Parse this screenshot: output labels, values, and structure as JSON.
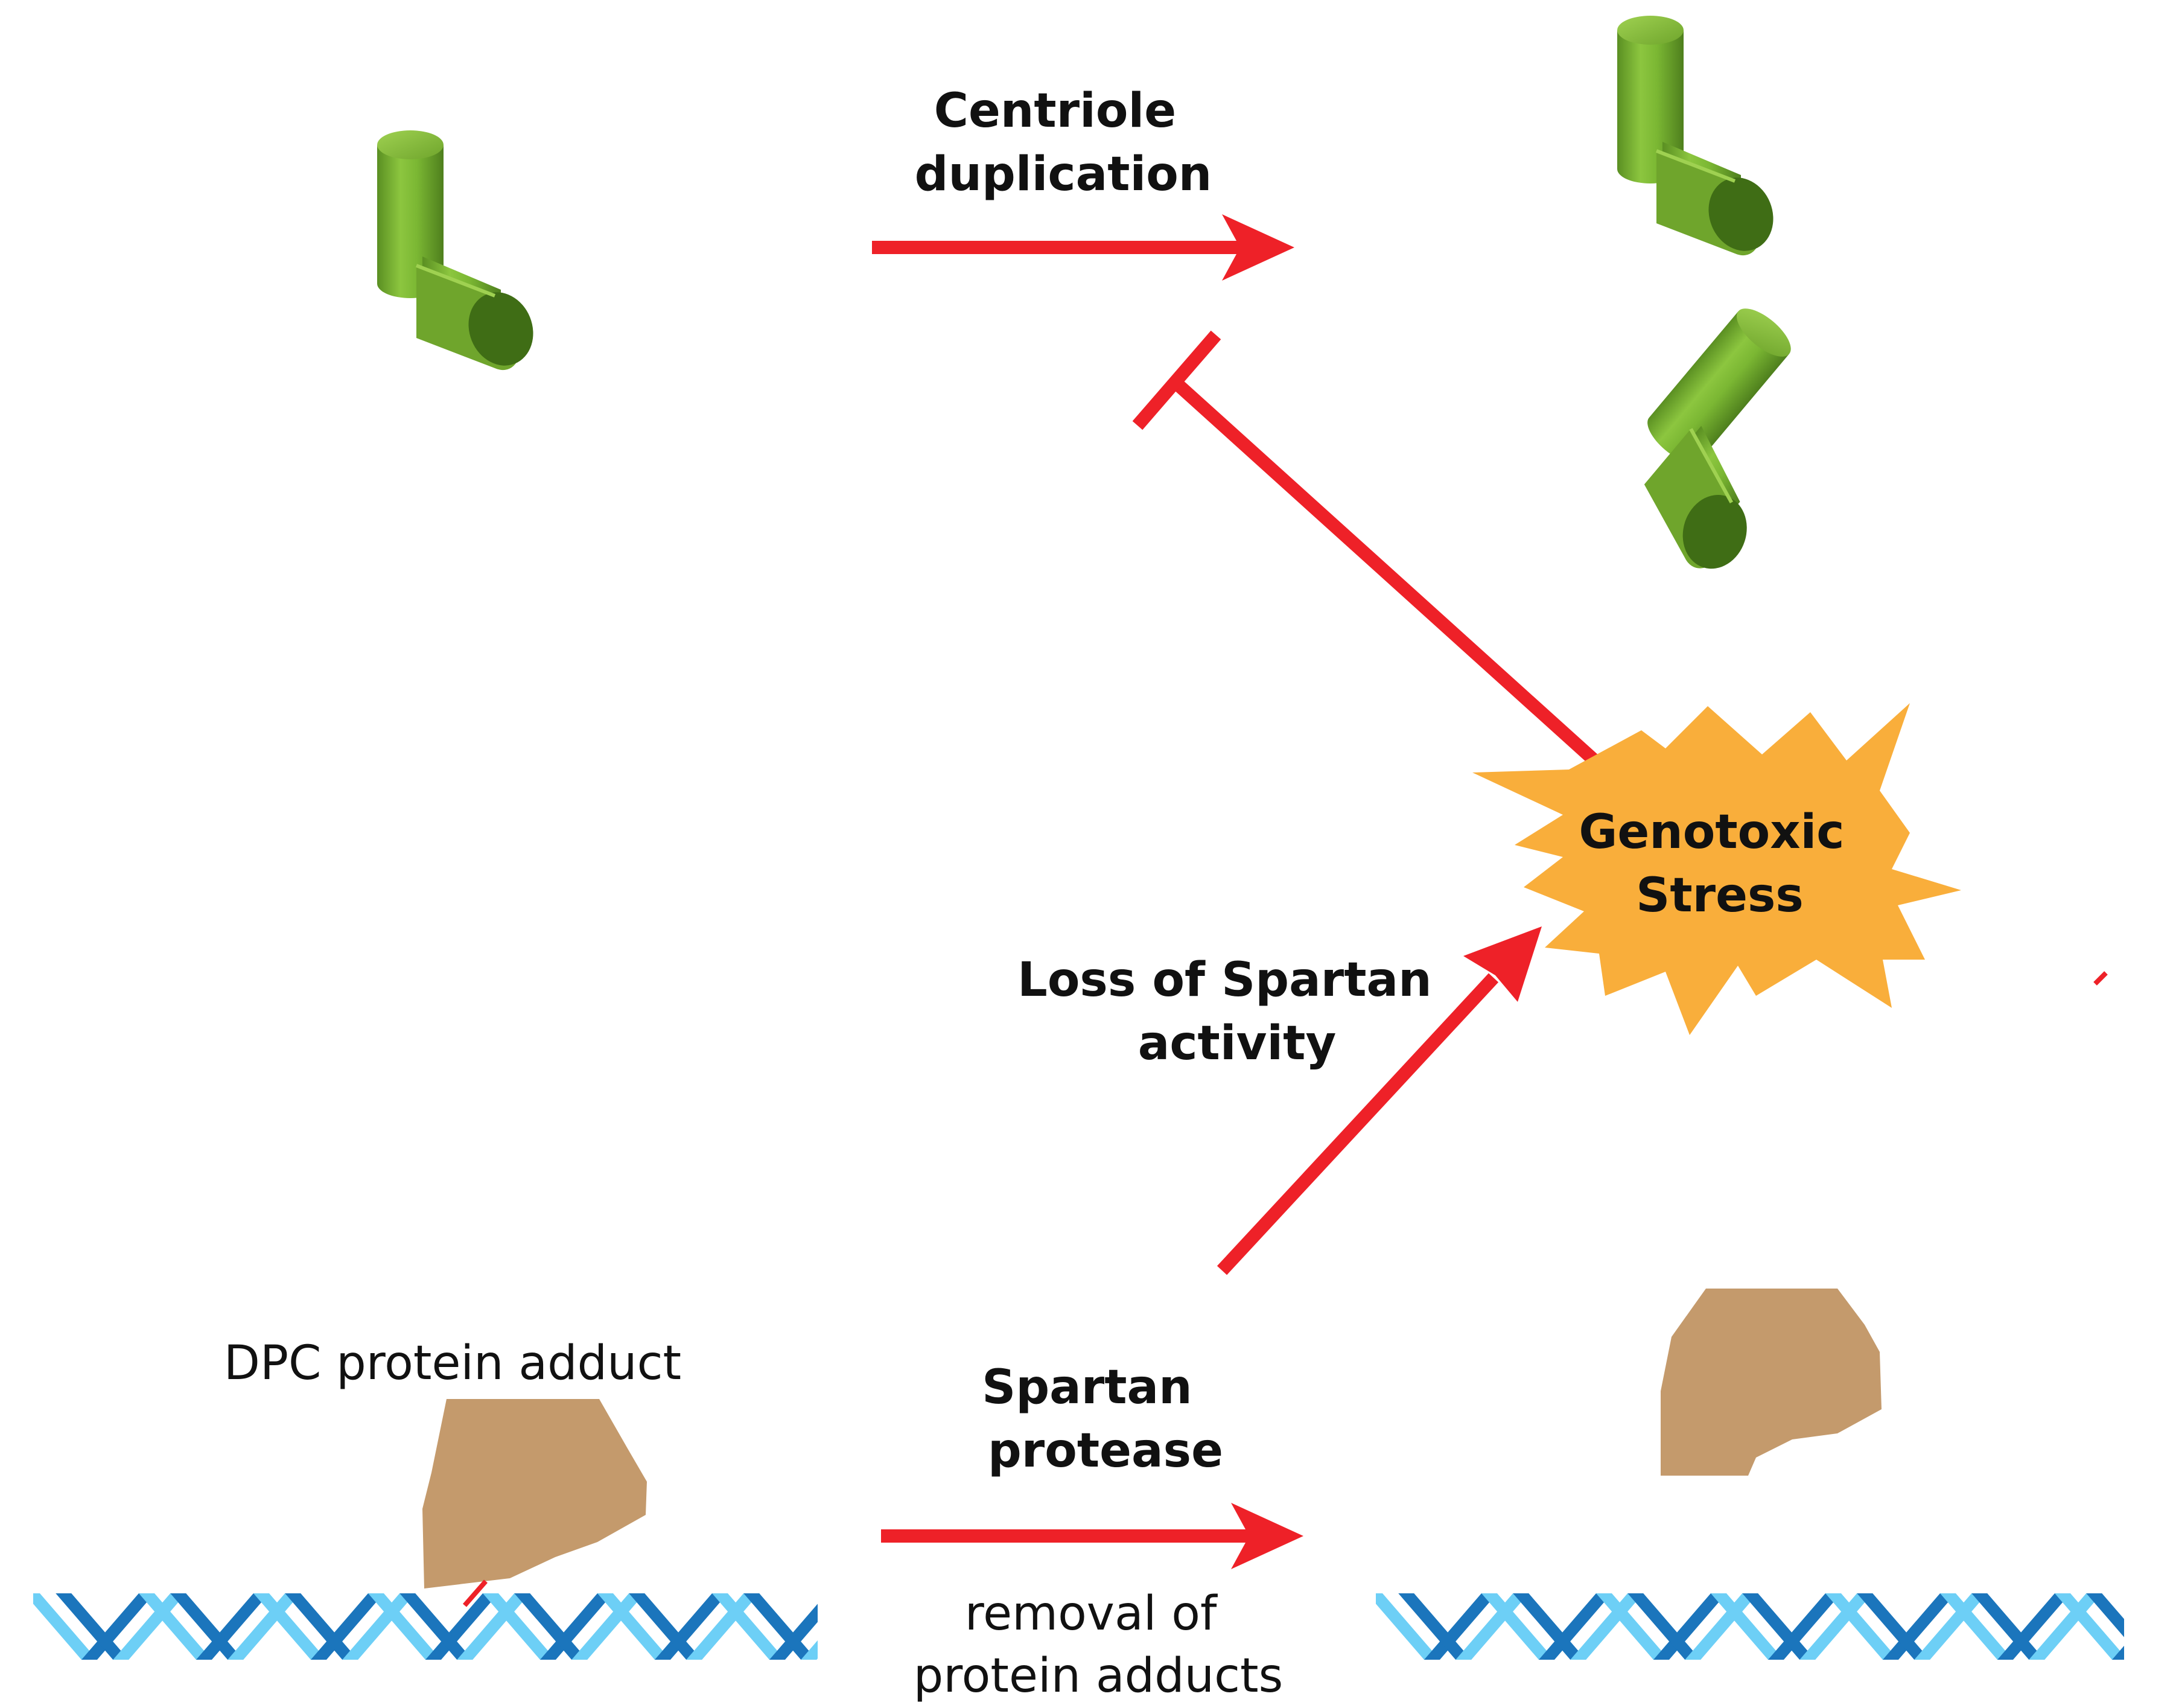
{
  "labels": {
    "centriole_duplication": [
      "Centriole",
      "duplication"
    ],
    "genotoxic_stress": [
      "Genotoxic",
      "Stress"
    ],
    "loss_of_spartan": [
      "Loss of Spartan",
      "activity"
    ],
    "dpc_adduct": "DPC protein adduct",
    "spartan_protease": [
      "Spartan",
      "protease"
    ],
    "removal": [
      "removal of",
      "protein adducts"
    ]
  },
  "colors": {
    "arrow": "#ee2128",
    "centriole_light": "#8cc63f",
    "centriole_dark": "#4a7a1c",
    "starburst": "#f9ae3b",
    "protein": "#c49a6c",
    "dna_dark": "#1b75bc",
    "dna_light": "#6dcff6"
  }
}
